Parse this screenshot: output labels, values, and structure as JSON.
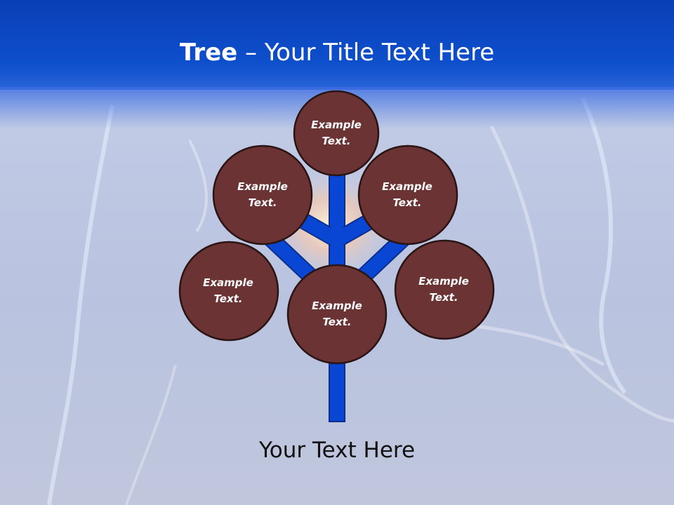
{
  "slide": {
    "title_bold": "Tree",
    "title_dash": " – ",
    "title_rest": "Your Title Text Here",
    "footer_text": "Your Text Here"
  },
  "nodes": [
    {
      "id": "top",
      "label_line1": "Example",
      "label_line2": "Text."
    },
    {
      "id": "upper-left",
      "label_line1": "Example",
      "label_line2": "Text."
    },
    {
      "id": "upper-right",
      "label_line1": "Example",
      "label_line2": "Text."
    },
    {
      "id": "lower-left",
      "label_line1": "Example",
      "label_line2": "Text."
    },
    {
      "id": "center",
      "label_line1": "Example",
      "label_line2": "Text."
    },
    {
      "id": "lower-right",
      "label_line1": "Example",
      "label_line2": "Text."
    }
  ],
  "colors": {
    "header": "#0e4fcc",
    "trunk": "#0a46d4",
    "trunk_stroke": "#0a2f8a",
    "node_fill": "#6b3333",
    "node_stroke": "#2a1414",
    "glow": "#f7d6b8"
  }
}
